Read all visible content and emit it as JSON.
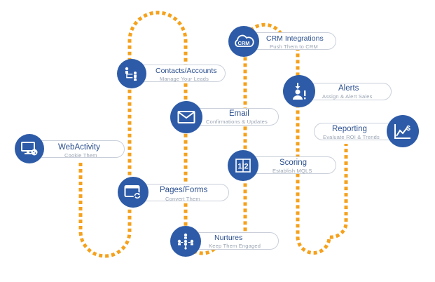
{
  "colors": {
    "path": "#f5a11c",
    "node": "#2e5ba7",
    "title": "#2b4f8e",
    "subtitle": "#9aa4b3",
    "pill_border": "#c9cfda"
  },
  "nodes": [
    {
      "id": "webactivity",
      "icon": "monitor-cookie-icon",
      "title": "WebActivity",
      "subtitle": "Cookie Them"
    },
    {
      "id": "contacts-accounts",
      "icon": "hierarchy-icon",
      "title": "Contacts/Accounts",
      "subtitle": "Manage Your Leads"
    },
    {
      "id": "pages-forms",
      "icon": "browser-refresh-icon",
      "title": "Pages/Forms",
      "subtitle": "Convert Them"
    },
    {
      "id": "email",
      "icon": "envelope-icon",
      "title": "Email",
      "subtitle": "Confirmations & Updates"
    },
    {
      "id": "nurtures",
      "icon": "people-network-icon",
      "title": "Nurtures",
      "subtitle": "Keep Them Engaged"
    },
    {
      "id": "crm-integrations",
      "icon": "cloud-crm-icon",
      "icon_text": "CRM",
      "title": "CRM Integrations",
      "subtitle": "Push Them to CRM"
    },
    {
      "id": "scoring",
      "icon": "score-numbers-icon",
      "icon_text": "1|2",
      "title": "Scoring",
      "subtitle": "Establish MQLS"
    },
    {
      "id": "alerts",
      "icon": "person-alert-icon",
      "title": "Alerts",
      "subtitle": "Assign & Alert Sales"
    },
    {
      "id": "reporting",
      "icon": "chart-dollar-icon",
      "title": "Reporting",
      "subtitle": "Evaluate ROI & Trends"
    }
  ]
}
